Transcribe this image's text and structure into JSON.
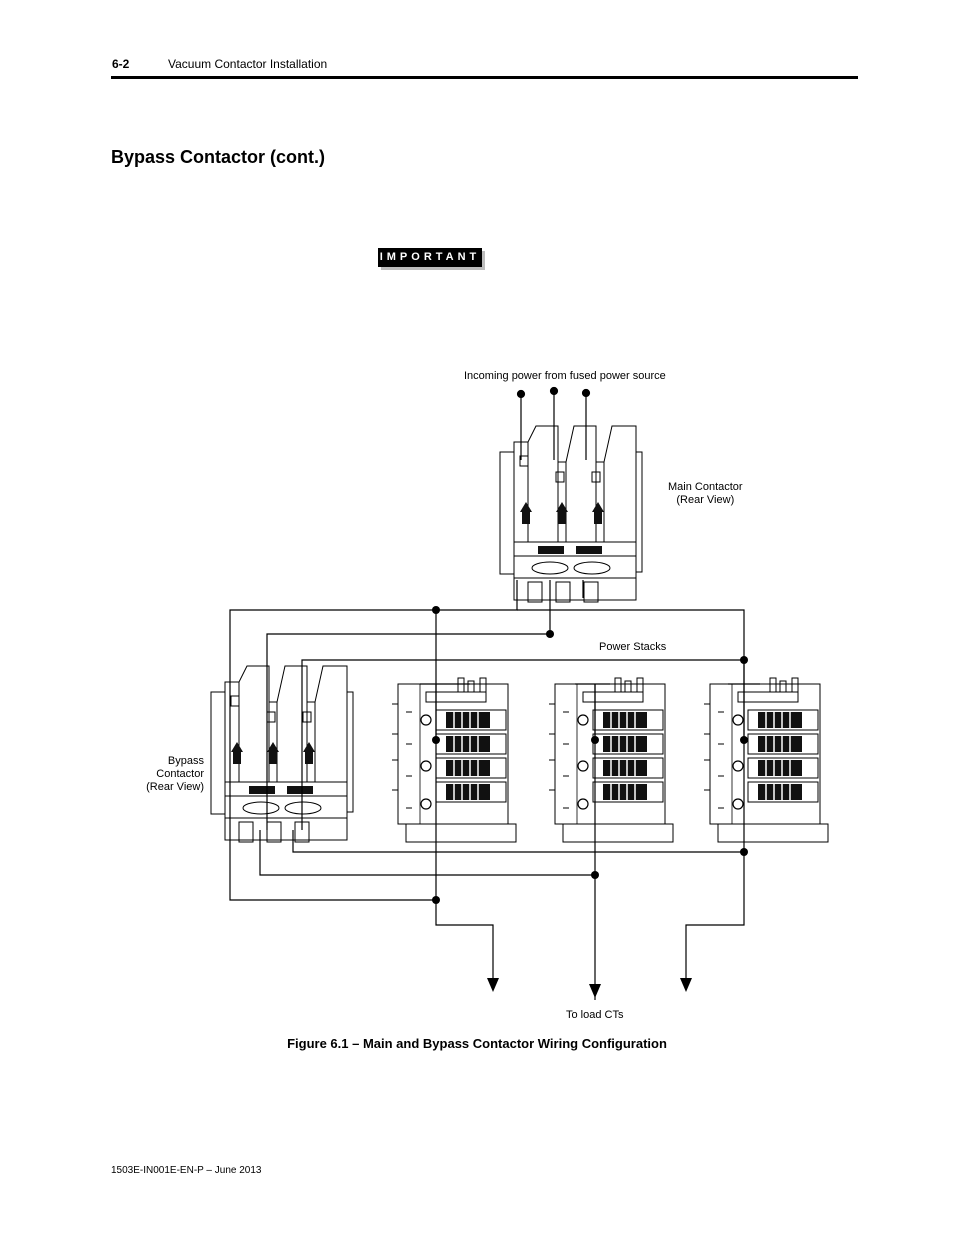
{
  "header": {
    "page_number": "6-2",
    "running_title": "Vacuum Contactor Installation"
  },
  "section_title": "Bypass Contactor (cont.)",
  "important_label": "IMPORTANT",
  "diagram": {
    "incoming_label": "Incoming power from fused power source",
    "main_contactor_label": "Main Contactor\n(Rear View)",
    "power_stacks_label": "Power Stacks",
    "bypass_label": "Bypass\nContactor\n(Rear View)",
    "load_label": "To load CTs"
  },
  "figure_caption": "Figure 6.1 – Main and Bypass Contactor Wiring Configuration",
  "footer": "1503E-IN001E-EN-P – June 2013"
}
